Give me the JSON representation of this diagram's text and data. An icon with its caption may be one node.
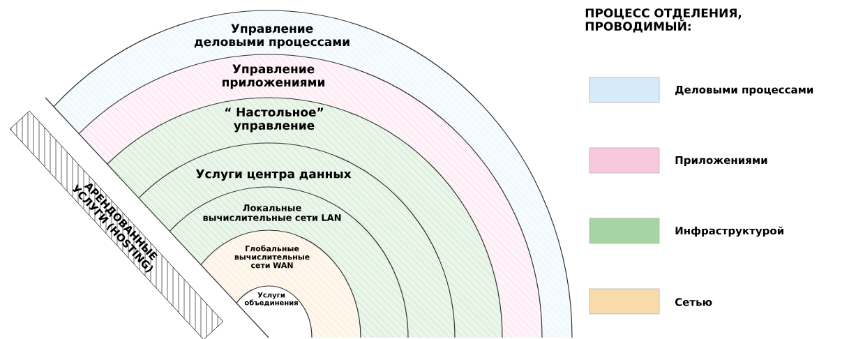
{
  "diagram": {
    "title": "ПРОЦЕСС ОТДЕЛЕНИЯ, ПРОВОДИМЫЙ:",
    "nodes": [
      {
        "text": [
          "Управление деловыми процессами"
        ]
      },
      {
        "text": [
          "Управление приложениями"
        ]
      },
      {
        "text": [
          "“ Настольное” управление"
        ]
      },
      {
        "text": [
          "Услуги центра данных"
        ]
      },
      {
        "text": [
          "Локальные вычислительные сети LAN"
        ]
      },
      {
        "text": [
          "Глобальные вычислительные сети WAN"
        ]
      },
      {
        "text": [
          "Услуги объединения"
        ]
      },
      {
        "text": [
          "АРЕНДОВАННЫЕ УСЛУГИ (HOSTING)"
        ]
      }
    ],
    "legend": [
      {
        "text": "Деловыми процессами",
        "color": "#d6ebfa"
      },
      {
        "text": "Приложениями",
        "color": "#f8c8dd"
      },
      {
        "text": "Инфраструктурой",
        "color": "#a6d4a2"
      },
      {
        "text": "Сетью",
        "color": "#f9dbab"
      }
    ]
  }
}
